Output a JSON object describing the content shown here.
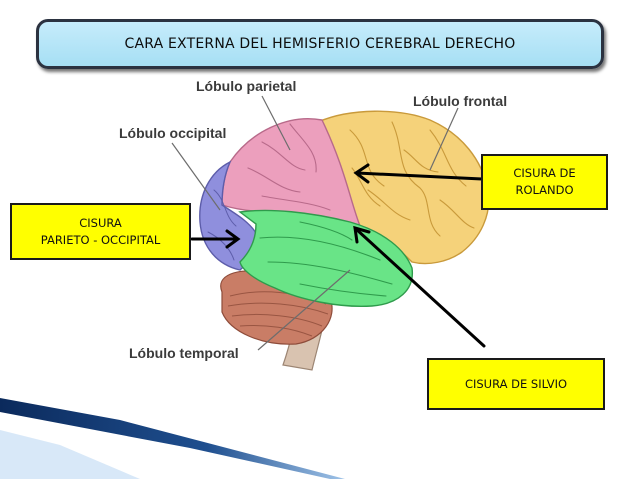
{
  "title": "CARA EXTERNA DEL HEMISFERIO CEREBRAL DERECHO",
  "lobes": {
    "parietal": "Lóbulo parietal",
    "frontal": "Lóbulo frontal",
    "occipital": "Lóbulo occipital",
    "temporal": "Lóbulo temporal"
  },
  "callouts": {
    "rolando": {
      "line1": "CISURA DE",
      "line2": "ROLANDO"
    },
    "parieto_occipital": {
      "line1": "CISURA",
      "line2": "PARIETO - OCCIPITAL"
    },
    "silvio": "CISURA DE SILVIO"
  },
  "colors": {
    "frontal": "#f5d27a",
    "parietal": "#ec9fbd",
    "occipital": "#8f8fdd",
    "temporal": "#69e487",
    "cerebellum": "#c97d66",
    "callout_box": "#ffff00",
    "title_box": "#b4e4f7"
  }
}
